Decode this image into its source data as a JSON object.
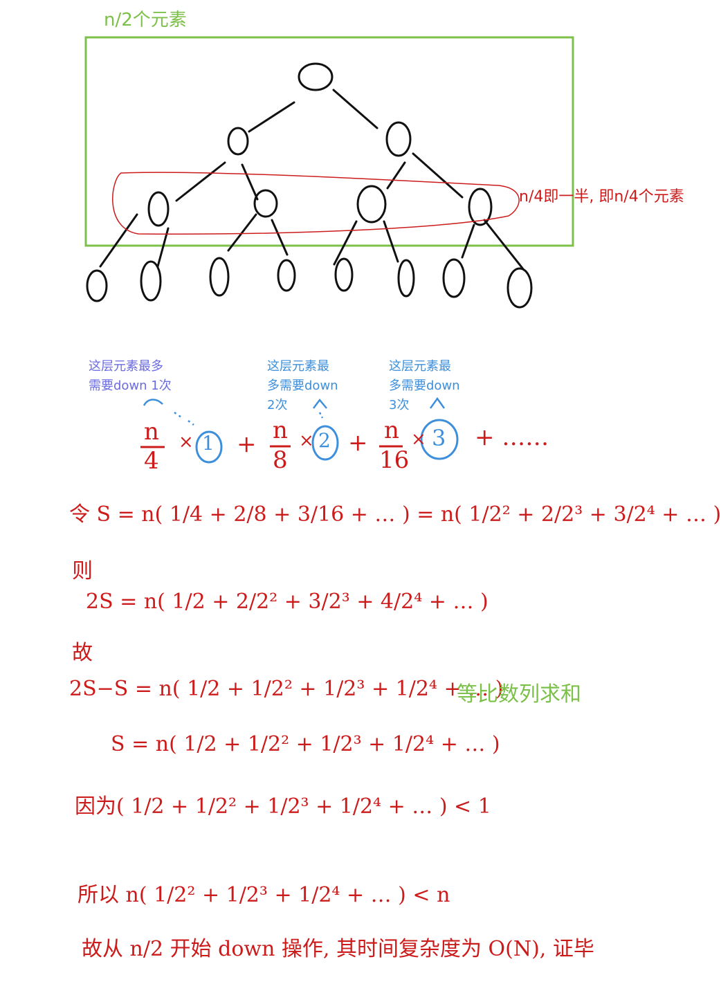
{
  "labels": {
    "top_note": "n/2个元素",
    "side_note": "n/4即一半, 即n/4个元素",
    "layer1_note_line1": "这层元素最多",
    "layer1_note_line2": "需要down 1次",
    "layer2_note_line1": "这层元素最",
    "layer2_note_line2": "多需要down",
    "layer2_note_line3": "2次",
    "layer3_note_line1": "这层元素最",
    "layer3_note_line2": "多需要down",
    "layer3_note_line3": "3次",
    "geo_note": "等比数列求和"
  },
  "equations": {
    "sum_row": {
      "t1_num": "n",
      "t1_den": "4",
      "t1_mul": "1",
      "t2_num": "n",
      "t2_den": "8",
      "t2_mul": "2",
      "t3_num": "n",
      "t3_den": "16",
      "t3_mul": "3",
      "tail": "+ ……"
    },
    "line_let": "令 S = n( 1/4 + 2/8 + 3/16 + … ) = n( 1/2² + 2/2³ + 3/2⁴ + … )",
    "line_then_label": "则",
    "line_2s": "2S = n( 1/2 + 2/2² + 3/2³ + 4/2⁴ + … )",
    "line_so_label": "故",
    "line_diff": "2S−S = n( 1/2 + 1/2² + 1/2³ + 1/2⁴ + … )",
    "line_s": "S = n( 1/2 + 1/2² + 1/2³ + 1/2⁴ + … )",
    "line_because": "因为( 1/2 + 1/2² + 1/2³ + 1/2⁴ + … ) < 1",
    "line_therefore": "所以 n( 1/2² + 1/2³ + 1/2⁴ + … ) < n",
    "line_conclusion": "故从 n/2 开始 down 操作, 其时间复杂度为 O(N), 证毕"
  },
  "colors": {
    "green": "#7cc04a",
    "red": "#cc1b1b",
    "blue": "#3d8fdc",
    "violet": "#6a6be0",
    "ink": "#111111"
  }
}
